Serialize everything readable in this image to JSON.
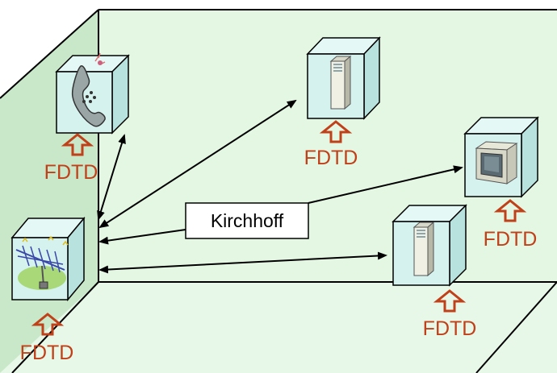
{
  "diagram": {
    "kirchhoff_label": "Kirchhoff",
    "fdtd_labels": [
      "FDTD",
      "FDTD",
      "FDTD",
      "FDTD",
      "FDTD"
    ],
    "colors": {
      "room_fill": "#e3f7e3",
      "left_wall_fill": "#c9e8c9",
      "cube_front": "#d5f2ef",
      "cube_side": "#b8e2de",
      "cube_top": "#e4f8f6",
      "arrow_color": "#c0401a",
      "line_color": "#000000"
    },
    "objects": [
      {
        "name": "mobile-phone-icon",
        "feed_label": "FDTD"
      },
      {
        "name": "server-tower-icon",
        "feed_label": "FDTD"
      },
      {
        "name": "monitor-icon",
        "feed_label": "FDTD"
      },
      {
        "name": "antenna-array-icon",
        "feed_label": "FDTD"
      },
      {
        "name": "server-tower-icon",
        "feed_label": "FDTD"
      }
    ]
  }
}
